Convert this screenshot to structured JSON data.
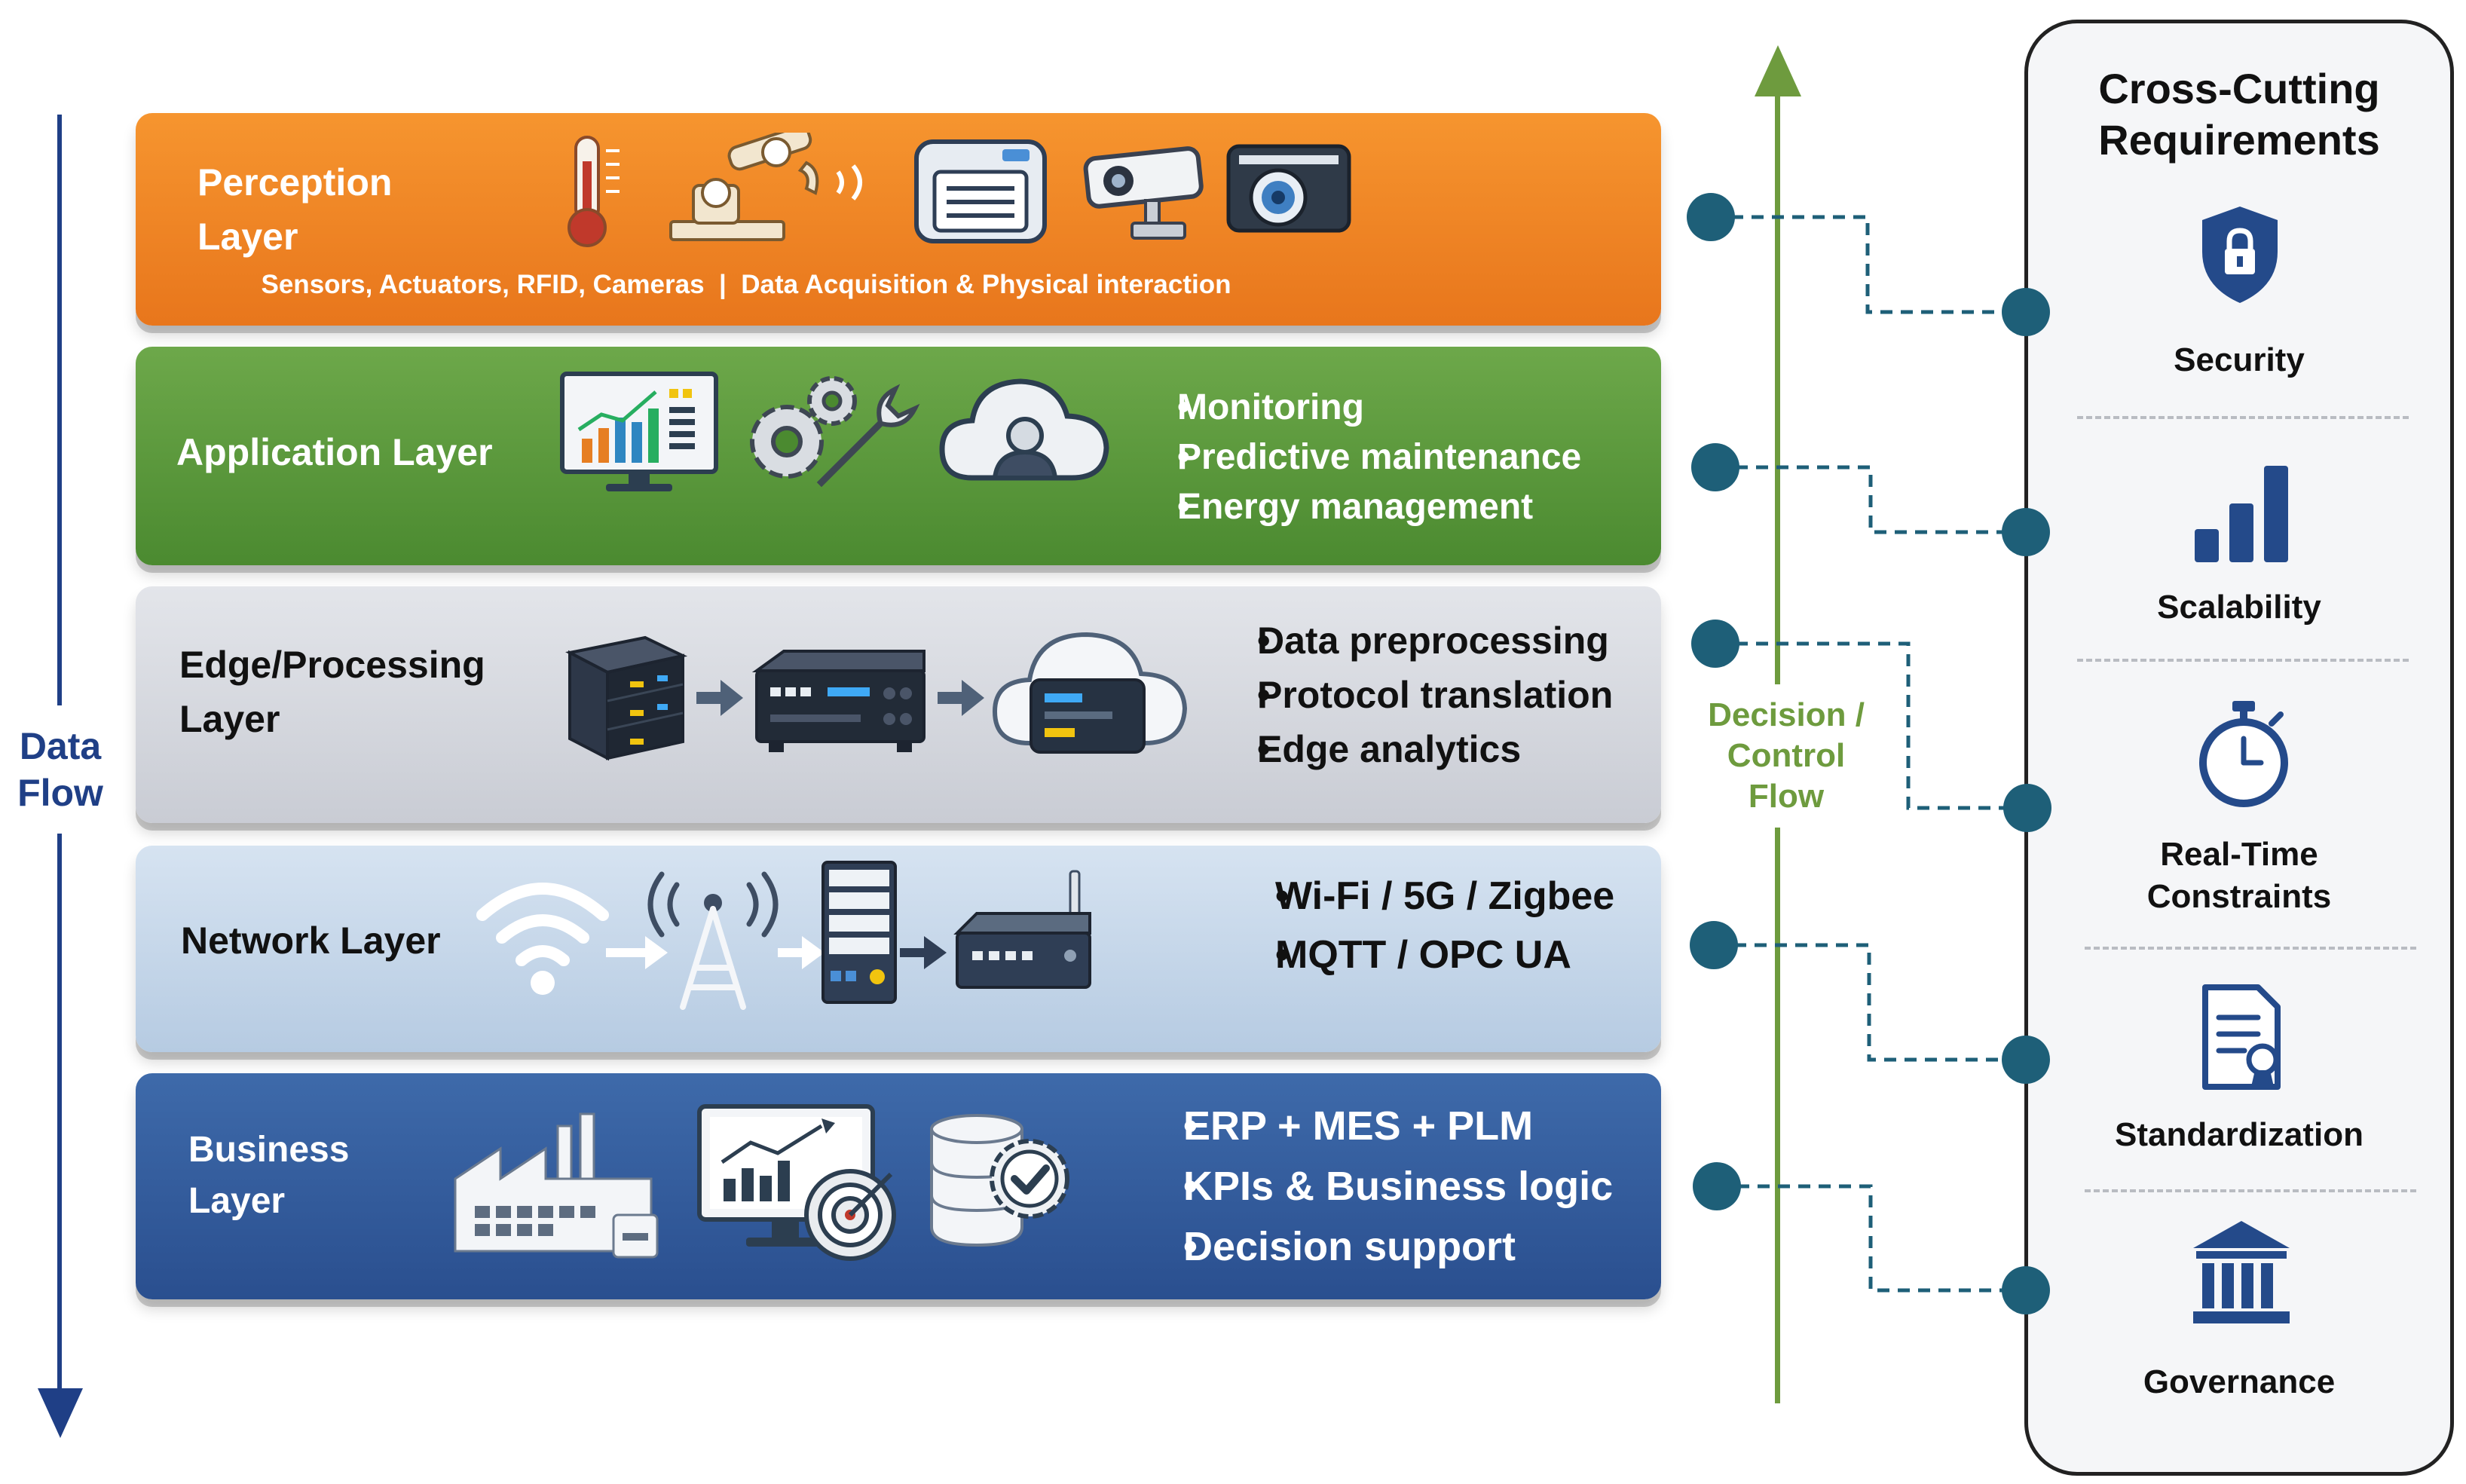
{
  "data_flow": {
    "line1": "Data",
    "line2": "Flow"
  },
  "decision_flow": {
    "line1": "Decision /",
    "line2": "Control",
    "line3": "Flow"
  },
  "layers": {
    "perception": {
      "title1": "Perception",
      "title2": "Layer",
      "subtitle": "Sensors, Actuators, RFID, Cameras  |  Data Acquisition & Physical interaction"
    },
    "application": {
      "title": "Application Layer",
      "bullets": [
        "Monitoring",
        "Predictive maintenance",
        "Energy management"
      ]
    },
    "edge": {
      "title1": "Edge/Processing",
      "title2": "Layer",
      "bullets": [
        "Data preprocessing",
        "Protocol translation",
        "Edge analytics"
      ]
    },
    "network": {
      "title": "Network Layer",
      "bullets": [
        "Wi-Fi / 5G / Zigbee",
        "MQTT / OPC UA"
      ]
    },
    "business": {
      "title1": "Business",
      "title2": "Layer",
      "bullets": [
        "ERP + MES + PLM",
        "KPIs & Business logic",
        "Decision support"
      ]
    }
  },
  "cross_cutting": {
    "title1": "Cross-Cutting",
    "title2": "Requirements",
    "security": "Security",
    "scalability": "Scalability",
    "realtime1": "Real-Time",
    "realtime2": "Constraints",
    "standardization": "Standardization",
    "governance": "Governance"
  },
  "colors": {
    "data_flow": "#1f3f86",
    "decision_flow": "#6e9b3e",
    "connector": "#1e5f78",
    "perception": "#ef8426",
    "application": "#5a9a3b",
    "edge": "#d6d8de",
    "network": "#c6d7ea",
    "business": "#335d9d"
  }
}
